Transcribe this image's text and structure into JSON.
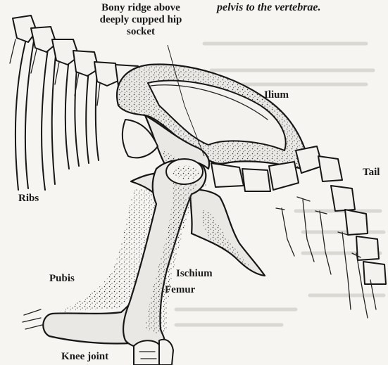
{
  "caption_fragment": "pelvis to the vertebrae.",
  "labels": {
    "bony_ridge": "Bony ridge above\ndeeply cupped hip\nsocket",
    "ilium": "Ilium",
    "tail": "Tail",
    "ribs": "Ribs",
    "pubis": "Pubis",
    "ischium": "Ischium",
    "femur": "Femur",
    "knee_joint": "Knee joint"
  }
}
